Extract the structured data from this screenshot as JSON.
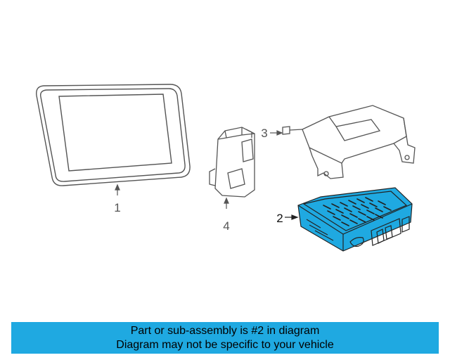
{
  "callouts": {
    "part1": "1",
    "part2": "2",
    "part3": "3",
    "part4": "4"
  },
  "colors": {
    "line": "#555555",
    "dark_line": "#222222",
    "highlight": "#1fa9e1",
    "banner_bg": "#1fa9e1"
  },
  "icons": {
    "part1": "display-screen-drawing",
    "part2": "control-module-drawing",
    "part3": "mounting-bracket-drawing",
    "part4": "control-unit-drawing"
  },
  "banner": {
    "line1": "Part or sub-assembly is #2 in diagram",
    "line2": "Diagram may not be specific to your vehicle"
  }
}
